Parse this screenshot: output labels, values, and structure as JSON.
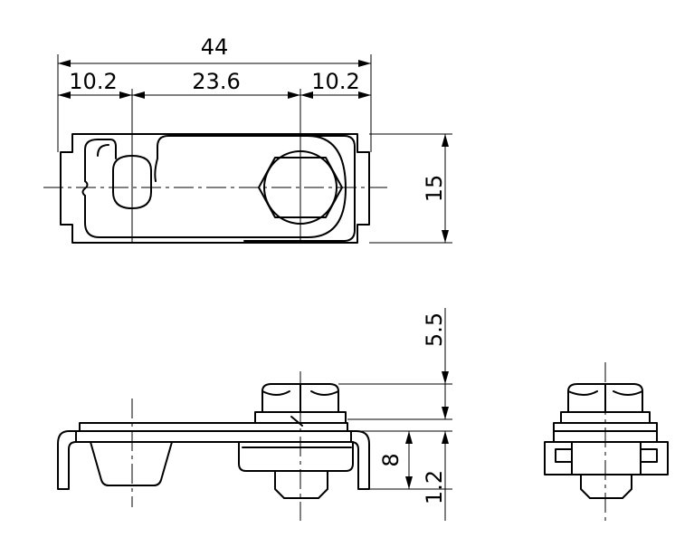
{
  "dimensions": {
    "overall_length": "44",
    "left_offset": "10.2",
    "center_distance": "23.6",
    "right_offset": "10.2",
    "width": "15",
    "bolt_head_height": "5.5",
    "overall_height": "8",
    "plate_thickness": "1.2"
  }
}
